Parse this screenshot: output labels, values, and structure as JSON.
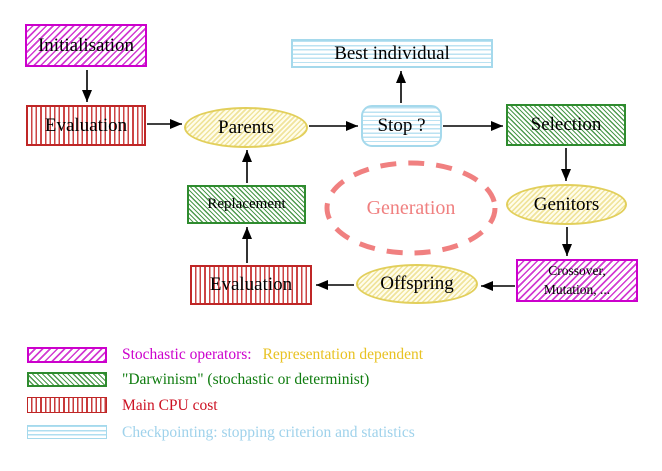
{
  "diagram": {
    "title_semantics": "evolutionary-algorithm-generation-loop",
    "nodes": {
      "initialisation": {
        "label": "Initialisation"
      },
      "evaluation_top": {
        "label": "Evaluation"
      },
      "parents": {
        "label": "Parents"
      },
      "best_individual": {
        "label": "Best individual"
      },
      "stop": {
        "label": "Stop ?"
      },
      "selection": {
        "label": "Selection"
      },
      "genitors": {
        "label": "Genitors"
      },
      "crossover_mutation": {
        "label": "Crossover,\nMutation, ..."
      },
      "offspring": {
        "label": "Offspring"
      },
      "evaluation_bottom": {
        "label": "Evaluation"
      },
      "replacement": {
        "label": "Replacement"
      },
      "generation": {
        "label": "Generation",
        "color": "#F08080"
      }
    },
    "edges": [
      "initialisation->evaluation_top",
      "evaluation_top->parents",
      "parents->stop",
      "stop->best_individual",
      "stop->selection",
      "selection->genitors",
      "genitors->crossover_mutation",
      "crossover_mutation->offspring",
      "offspring->evaluation_bottom",
      "evaluation_bottom->replacement",
      "replacement->parents"
    ],
    "legend": {
      "items": [
        {
          "swatch": "magenta-diagonal-hatch",
          "parts": [
            {
              "text": "Stochastic operators:",
              "color": "#CC00CC"
            },
            {
              "text": "Representation dependent",
              "color": "#E8C222"
            }
          ]
        },
        {
          "swatch": "green-diagonal-hatch",
          "parts": [
            {
              "text": "\"Darwinism\" (stochastic or determinist)",
              "color": "#0F7C0F"
            }
          ]
        },
        {
          "swatch": "red-vertical-stripes",
          "parts": [
            {
              "text": "Main CPU cost",
              "color": "#CC1122"
            }
          ]
        },
        {
          "swatch": "cyan-horizontal-stripes",
          "parts": [
            {
              "text": "Checkpointing: stopping criterion and statistics",
              "color": "#9FD2EB"
            }
          ]
        }
      ]
    },
    "colors": {
      "magenta_border": "#CC00CC",
      "red_border": "#BF2626",
      "green_border": "#2E8B2E",
      "cyan_border": "#A5D9EC",
      "yellow_border": "#E2CF5B",
      "salmon_dashed": "#F08080",
      "arrow": "#000000",
      "background": "#FFFFFF"
    }
  }
}
